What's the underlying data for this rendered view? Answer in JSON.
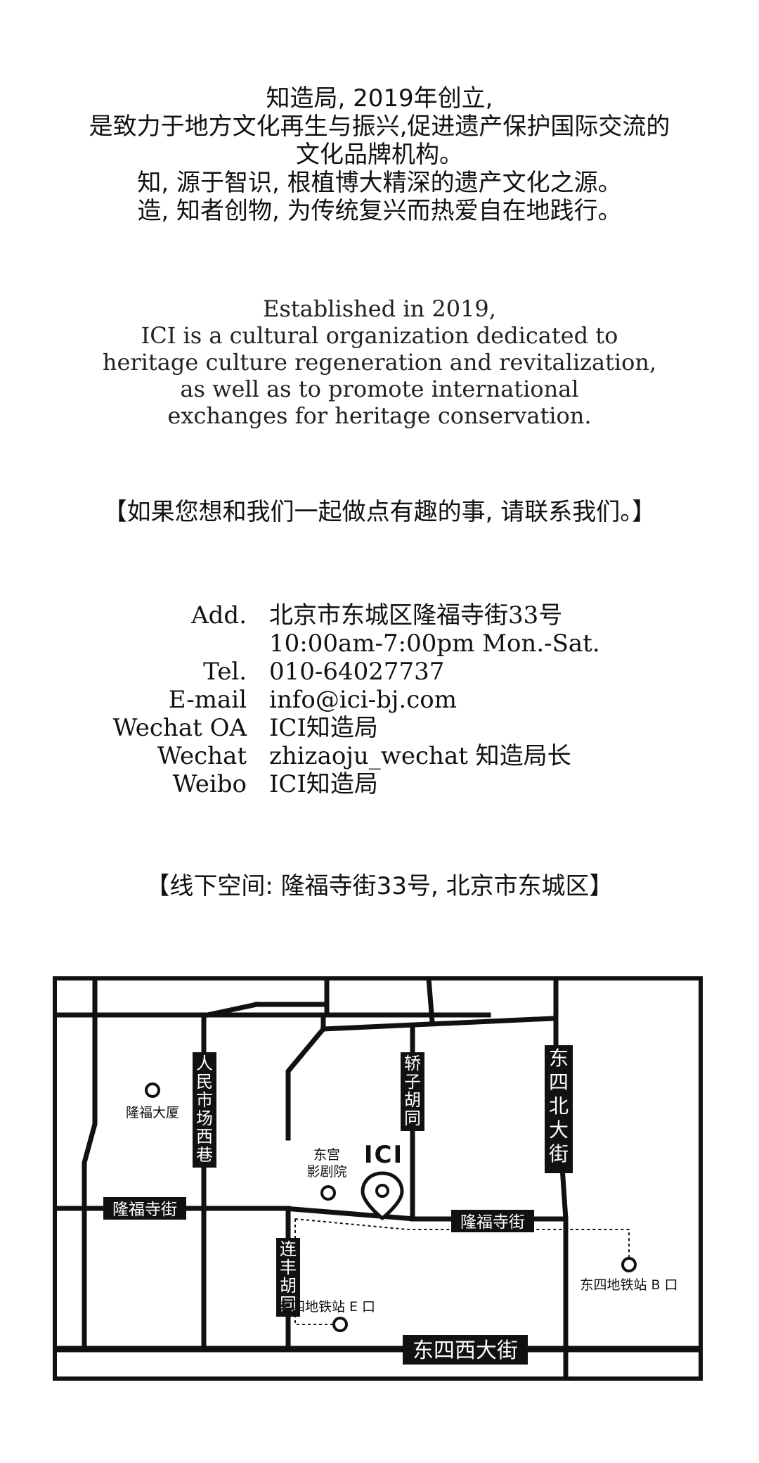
{
  "intro_cn": [
    "知造局, 2019年创立,",
    "是致力于地方文化再生与振兴,促进遗产保护国际交流的",
    "文化品牌机构。",
    "知, 源于智识, 根植博大精深的遗产文化之源。",
    "造, 知者创物, 为传统复兴而热爱自在地践行。"
  ],
  "intro_en": [
    "Established in 2019,",
    "ICI is a cultural organization dedicated to",
    "heritage culture regeneration and revitalization,",
    "as well as to promote international",
    "exchanges for heritage conservation."
  ],
  "contact_cta": "【如果您想和我们一起做点有趣的事, 请联系我们。】",
  "contact": {
    "add_label": "Add.",
    "address": "北京市东城区隆福寺街33号",
    "hours": "10:00am-7:00pm Mon.-Sat.",
    "tel_label": "Tel.",
    "tel": "010-64027737",
    "email_label": "E-mail",
    "email": "info@ici-bj.com",
    "wechat_oa_label": "Wechat OA",
    "wechat_oa": "ICI知造局",
    "wechat_label": "Wechat",
    "wechat": "zhizaoju_wechat 知造局长",
    "weibo_label": "Weibo",
    "weibo": "ICI知造局"
  },
  "offline_heading": "【线下空间: 隆福寺街33号, 北京市东城区】",
  "map": {
    "logo": "ICI",
    "streets": {
      "renmin_market_west": [
        "人",
        "民",
        "市",
        "场",
        "西",
        "巷"
      ],
      "jiaozi_hutong": [
        "轿",
        "子",
        "胡",
        "同"
      ],
      "dongsi_north": [
        "东",
        "四",
        "北",
        "大",
        "街"
      ],
      "lianfeng_hutong": [
        "连",
        "丰",
        "胡",
        "同"
      ],
      "longfusi_west": "隆福寺街",
      "longfusi_east": "隆福寺街",
      "dongsi_west": "东四西大街"
    },
    "pois": {
      "longfu_tower": "隆福大厦",
      "donggong_cinema_1": "东宫",
      "donggong_cinema_2": "影剧院",
      "subway_e": "东四地铁站 E 口",
      "subway_b": "东四地铁站 B 口"
    }
  }
}
